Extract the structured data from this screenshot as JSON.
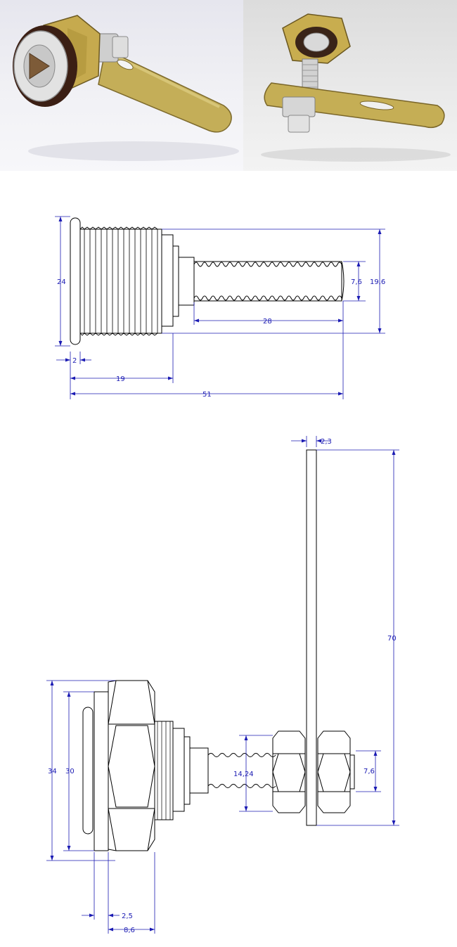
{
  "photos": {
    "left": "lock-front-photo",
    "right": "lock-back-photo"
  },
  "colors": {
    "dimension_line": "#1b1bb3",
    "outline": "#000000",
    "zinc_yellow": "#c9b35b",
    "chrome": "#d4d4d4",
    "gasket": "#3b1f14"
  },
  "side_view": {
    "dim_total_diameter": "24",
    "dim_flange": "2",
    "dim_body_length": "19",
    "dim_overall_length": "51",
    "dim_stud_length": "28",
    "dim_stud_diameter": "7,6",
    "dim_thread_diameter": "19,6"
  },
  "assembly_view": {
    "dim_cam_thickness": "2,3",
    "dim_cam_length": "70",
    "dim_hex_width": "34",
    "dim_washer_width": "30",
    "dim_nut_span": "14,24",
    "dim_stud_diameter": "7,6",
    "dim_flange_thickness": "2,5",
    "dim_nut_thickness": "8,6"
  }
}
